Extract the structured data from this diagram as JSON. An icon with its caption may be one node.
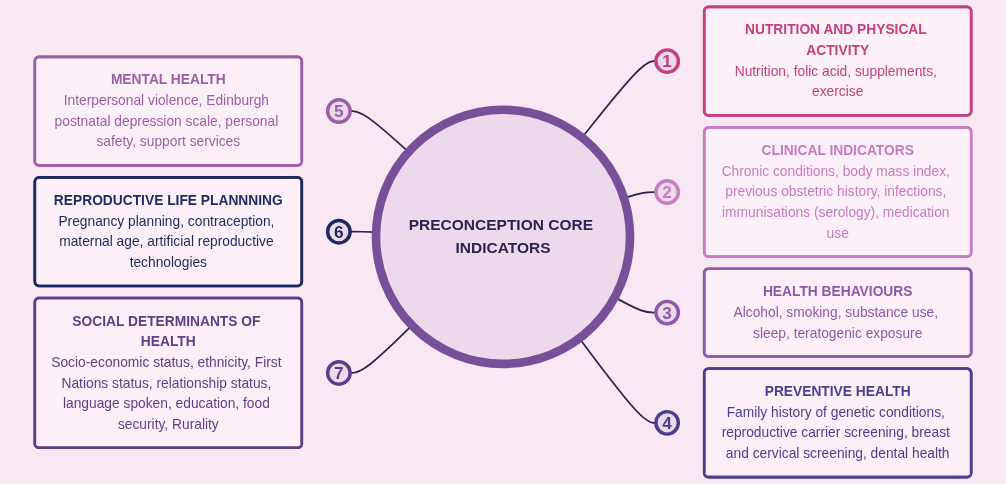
{
  "diagram": {
    "nodes": [
      {
        "text": [
          "PRECONCEPTION CORE INDICATORS"
        ]
      },
      {
        "text": [
          "NUTRITION AND PHYSICAL ACTIVITY",
          "Nutrition, folic acid, supplements, exercise"
        ]
      },
      {
        "text": [
          "1"
        ]
      },
      {
        "text": [
          "CLINICAL INDICATORS",
          "Chronic conditions, body mass index, previous obstetric history, infections, immunisations (serology), medication use"
        ]
      },
      {
        "text": [
          "2"
        ]
      },
      {
        "text": [
          "HEALTH BEHAVIOURS",
          "Alcohol, smoking, substance use, sleep, teratogenic exposure"
        ]
      },
      {
        "text": [
          "3"
        ]
      },
      {
        "text": [
          "PREVENTIVE HEALTH",
          "Family history of genetic conditions, reproductive carrier screening, breast and cervical screening, dental health"
        ]
      },
      {
        "text": [
          "4"
        ]
      },
      {
        "text": [
          "MENTAL HEALTH",
          "Interpersonal violence, Edinburgh postnatal depression scale, personal safety, support services"
        ]
      },
      {
        "text": [
          "5"
        ]
      },
      {
        "text": [
          "REPRODUCTIVE LIFE PLANNNING",
          "Pregnancy planning, contraception, maternal age, artificial reproductive technologies"
        ]
      },
      {
        "text": [
          "6"
        ]
      },
      {
        "text": [
          "SOCIAL DETERMINANTS OF HEALTH",
          "Socio-economic status, ethnicity, First Nations status, relationship status, language spoken, education, food security, Rurality"
        ]
      },
      {
        "text": [
          "7"
        ]
      }
    ],
    "edges": [
      {
        "from": 0,
        "to": 2,
        "arrow": "none"
      },
      {
        "from": 0,
        "to": 4,
        "arrow": "none"
      },
      {
        "from": 0,
        "to": 6,
        "arrow": "none"
      },
      {
        "from": 0,
        "to": 8,
        "arrow": "none"
      },
      {
        "from": 10,
        "to": 0,
        "arrow": "none"
      },
      {
        "from": 12,
        "to": 0,
        "arrow": "none"
      },
      {
        "from": 14,
        "to": 0,
        "arrow": "none"
      }
    ]
  }
}
